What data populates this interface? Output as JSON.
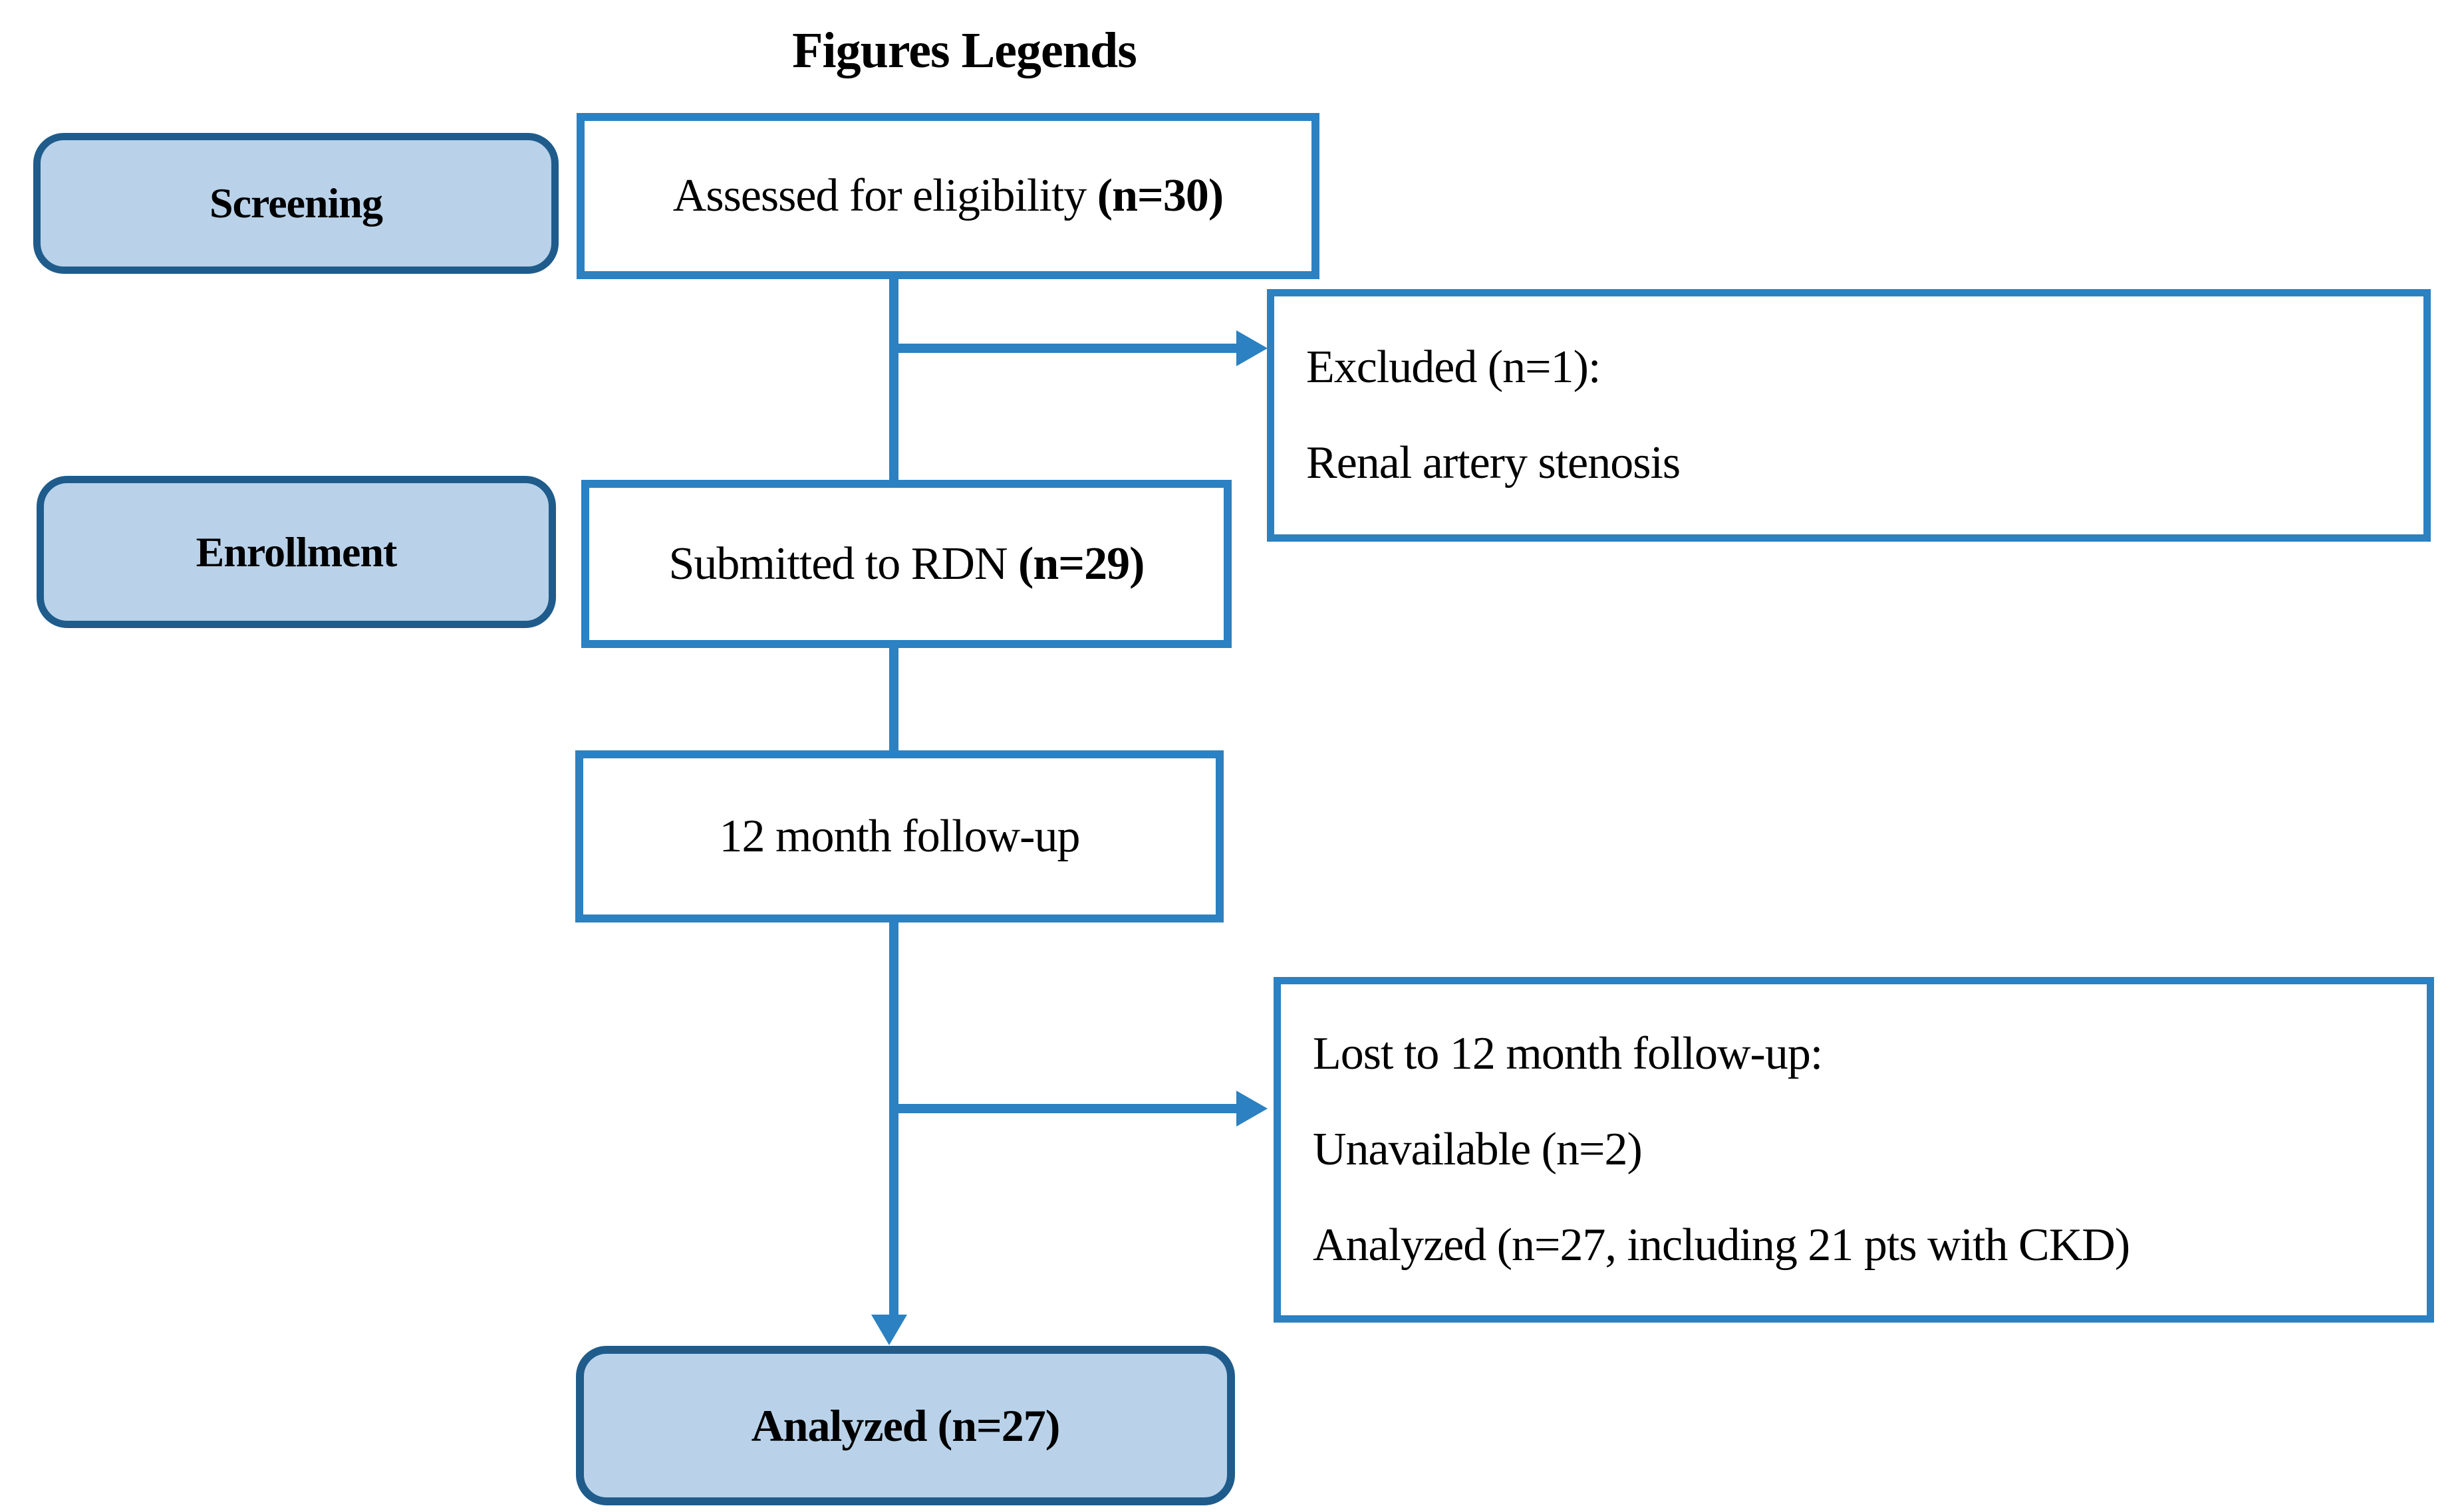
{
  "title": "Figures Legends",
  "colors": {
    "line-blue": "#2b81c1",
    "stage-border": "#1f5c8c",
    "stage-fill": "#b9d2e9",
    "text": "#000000",
    "background": "#ffffff"
  },
  "stages": [
    {
      "label": "Screening"
    },
    {
      "label": "Enrollment"
    }
  ],
  "nodes": {
    "assessed": {
      "text": "Assessed for eligibility ",
      "n": "(n=30)"
    },
    "excluded": {
      "lines": [
        "Excluded (n=1):",
        "Renal artery stenosis"
      ]
    },
    "submitted": {
      "text": "Submitted to RDN ",
      "n": "(n=29)"
    },
    "followup": {
      "text": "12 month follow-up"
    },
    "lost": {
      "lines": [
        "Lost to 12 month follow-up:",
        "Unavailable (n=2)",
        "Analyzed (n=27, including 21 pts with CKD)"
      ]
    },
    "analyzed": {
      "text": "Analyzed (n=27)"
    }
  }
}
